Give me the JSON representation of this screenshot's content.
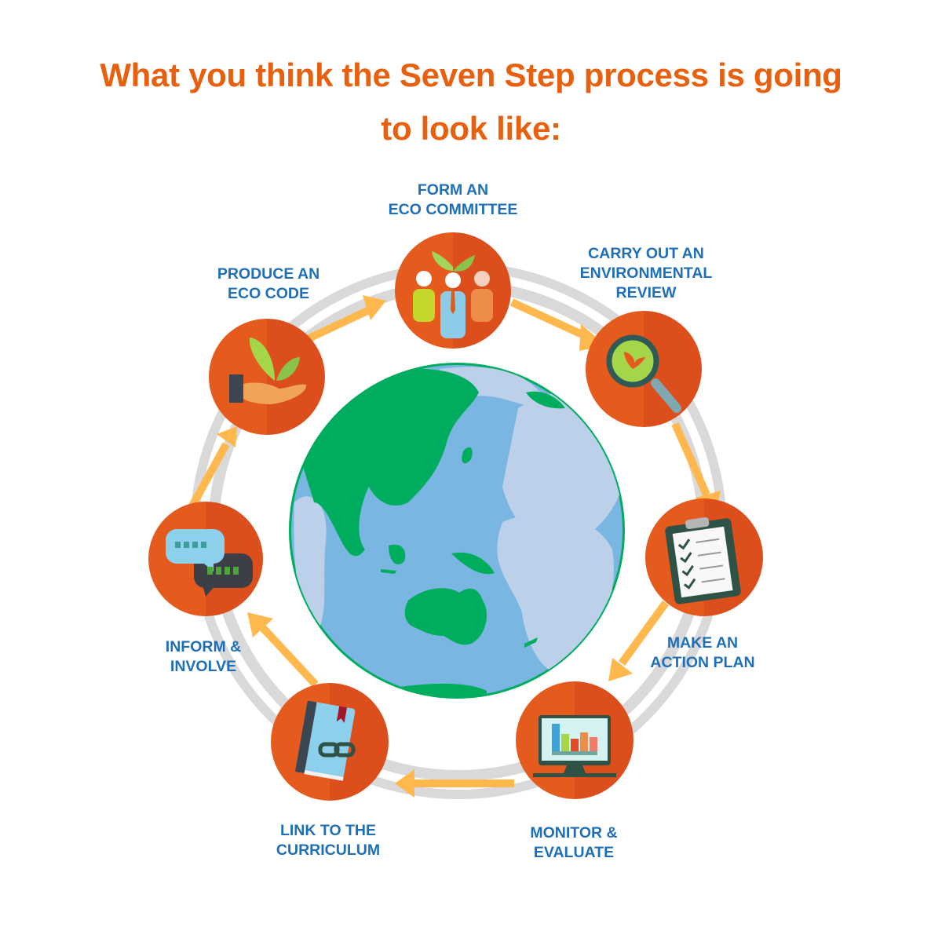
{
  "title": {
    "line1": "What you think the Seven Step process is going",
    "line2": "to look like:"
  },
  "colors": {
    "title": "#e8600e",
    "label": "#1f6fb8",
    "circle_left": "#e55b1e",
    "circle_right": "#dc4f1c",
    "arrow": "#ffb84d",
    "ring": "#d9d9d9",
    "ocean": "#7ab6e2",
    "shelf": "#bdd0ea",
    "land": "#00ad5f"
  },
  "steps": [
    {
      "id": "form-eco-committee",
      "line1": "FORM AN",
      "line2": "ECO COMMITTEE",
      "icon": "people-leaf-icon"
    },
    {
      "id": "environmental-review",
      "line1": "CARRY OUT AN",
      "line2": "ENVIRONMENTAL",
      "line3": "REVIEW",
      "icon": "magnifier-leaf-icon"
    },
    {
      "id": "action-plan",
      "line1": "MAKE AN",
      "line2": "ACTION PLAN",
      "icon": "clipboard-checklist-icon"
    },
    {
      "id": "monitor-evaluate",
      "line1": "MONITOR &",
      "line2": "EVALUATE",
      "icon": "monitor-bar-chart-icon"
    },
    {
      "id": "link-curriculum",
      "line1": "LINK TO THE",
      "line2": "CURRICULUM",
      "icon": "book-link-icon"
    },
    {
      "id": "inform-involve",
      "line1": "INFORM &",
      "line2": "INVOLVE",
      "icon": "speech-bubbles-icon"
    },
    {
      "id": "eco-code",
      "line1": "PRODUCE AN",
      "line2": "ECO CODE",
      "icon": "hand-leaf-icon"
    }
  ],
  "center": {
    "icon": "globe-icon"
  }
}
